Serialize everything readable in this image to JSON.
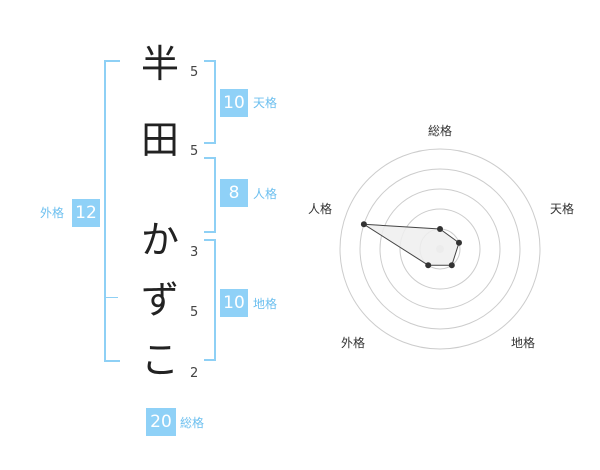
{
  "name_chars": [
    {
      "char": "半",
      "strokes": "5"
    },
    {
      "char": "田",
      "strokes": "5"
    },
    {
      "char": "か",
      "strokes": "3"
    },
    {
      "char": "ず",
      "strokes": "5"
    },
    {
      "char": "こ",
      "strokes": "2"
    }
  ],
  "fortunes": {
    "tenkaku": {
      "label": "天格",
      "value": "10"
    },
    "jinkaku": {
      "label": "人格",
      "value": "8"
    },
    "chikaku": {
      "label": "地格",
      "value": "10"
    },
    "gaikaku": {
      "label": "外格",
      "value": "12"
    },
    "soukaku": {
      "label": "総格",
      "value": "20"
    }
  },
  "chart_data": {
    "type": "radar",
    "axes": [
      "総格",
      "天格",
      "地格",
      "外格",
      "人格"
    ],
    "max": 5,
    "values": [
      1,
      1,
      1,
      1,
      4
    ],
    "grid_rings": 5,
    "colors": {
      "fill": "#eeeeee",
      "stroke": "#444444",
      "grid": "#cccccc",
      "point": "#333333"
    }
  }
}
